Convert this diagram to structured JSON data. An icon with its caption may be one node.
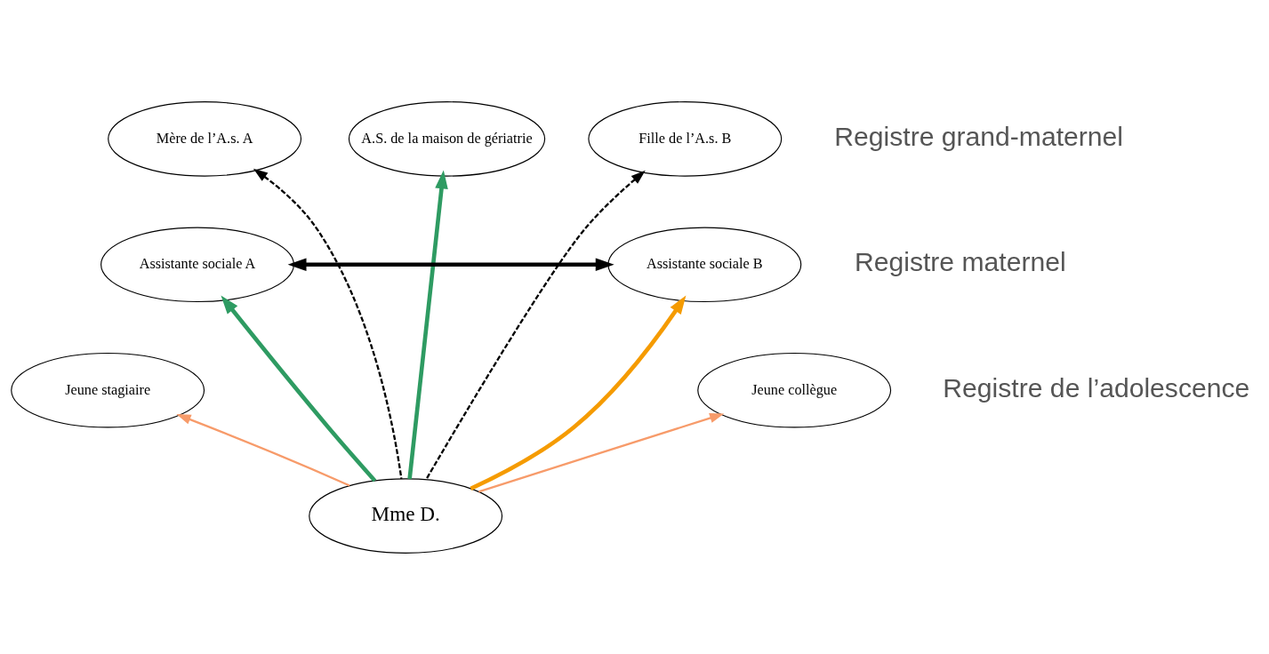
{
  "diagram": {
    "nodes": [
      {
        "text": [
          "Mère de l’A.s. A"
        ]
      },
      {
        "text": [
          "A.S. de la maison de gériatrie"
        ]
      },
      {
        "text": [
          "Fille de l’A.s. B"
        ]
      },
      {
        "text": [
          "Assistante sociale A"
        ]
      },
      {
        "text": [
          "Assistante sociale B"
        ]
      },
      {
        "text": [
          "Jeune stagiaire"
        ]
      },
      {
        "text": [
          "Jeune collègue"
        ]
      },
      {
        "text": [
          "Mme D."
        ]
      }
    ],
    "edges": [
      {
        "from": 7,
        "to": 0,
        "arrow": "to",
        "style": "dashed"
      },
      {
        "from": 7,
        "to": 1,
        "arrow": "to",
        "style": "thick",
        "color": "#2e9b62"
      },
      {
        "from": 7,
        "to": 2,
        "arrow": "to",
        "style": "dashed"
      },
      {
        "from": 3,
        "to": 4,
        "arrow": "both",
        "style": "thick"
      },
      {
        "from": 7,
        "to": 3,
        "arrow": "to",
        "style": "thick",
        "color": "#2e9b62"
      },
      {
        "from": 7,
        "to": 4,
        "arrow": "to",
        "style": "thick",
        "color": "#f59b00"
      },
      {
        "from": 7,
        "to": 5,
        "arrow": "to",
        "color": "#f79b6a"
      },
      {
        "from": 7,
        "to": 6,
        "arrow": "to",
        "color": "#f79b6a"
      }
    ],
    "labels": [
      "Registre grand-maternel",
      "Registre maternel",
      "Registre de l’adolescence"
    ]
  }
}
